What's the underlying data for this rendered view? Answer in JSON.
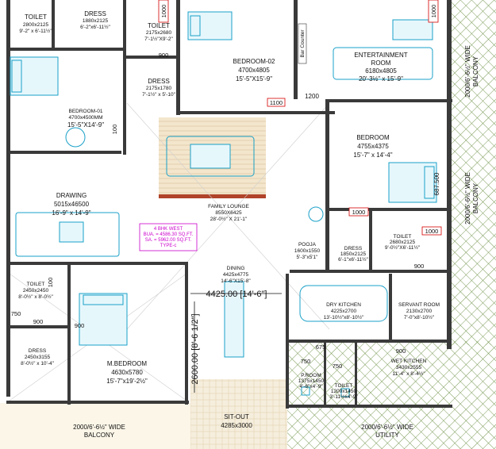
{
  "rooms": {
    "toilet_tl": {
      "name": "TOILET",
      "size": "2800x2125",
      "imperial": "9'-2\" x 6'-11½\""
    },
    "dress_tl": {
      "name": "DRESS",
      "size": "1880x2125",
      "imperial": "6'-2\"x6'-11½\""
    },
    "toilet_top": {
      "name": "TOILET",
      "size": "2175x2680",
      "imperial": "7'-1½\"X9'-2\""
    },
    "dress_top": {
      "name": "DRESS",
      "size": "2175x1780",
      "imperial": "7'-1½\" x 5'-10\""
    },
    "bedroom_02": {
      "name": "BEDROOM-02",
      "size": "4700x4805",
      "imperial": "15'-5\"X15'-9\""
    },
    "entertainment": {
      "name1": "ENTERTAINMENT",
      "name2": "ROOM",
      "size": "6180x4805",
      "imperial": "20'-3½\" x 15'-9\""
    },
    "bedroom_01": {
      "name": "BEDROOM-01",
      "size": "4700x4500MM",
      "imperial": "15'-5\"X14'-9\""
    },
    "bedroom": {
      "name": "BEDROOM",
      "size": "4755x4375",
      "imperial": "15'-7\" x 14'-4\""
    },
    "drawing": {
      "name": "DRAWING",
      "size": "5015x46500",
      "imperial": "16'-9\" x 14'-9\""
    },
    "family_lounge": {
      "name": "FAMILY LOUNGE",
      "size": "8550X6425",
      "imperial": "28'-0½\" X 21'-1\""
    },
    "pooja": {
      "name": "POOJA",
      "size": "1600x1550",
      "imperial": "5'-3\"x5'1\""
    },
    "dress_mid": {
      "name": "DRESS",
      "size": "1850x2125",
      "imperial": "6'-1\"x6'-11½\""
    },
    "toilet_right": {
      "name": "TOILET",
      "size": "2680x2125",
      "imperial": "9'-0½\"X6'-11½\""
    },
    "toilet_left": {
      "name": "TOILET",
      "size": "2450x2450",
      "imperial": "8'-0½\" x 8'-0½\""
    },
    "dining": {
      "name": "DINING",
      "size": "4425x4775",
      "imperial": "14'-6\"X15'-8\""
    },
    "dry_kitchen": {
      "name": "DRY KITCHEN",
      "size": "4225x2700",
      "imperial": "13'-10½\"x8'-10½\""
    },
    "servant_room": {
      "name": "SERVANT ROOM",
      "size": "2130x2700",
      "imperial": "7'-0\"x8'-10½\""
    },
    "dress_left": {
      "name": "DRESS",
      "size": "2450x3155",
      "imperial": "8'-0½\" x 10'-4\""
    },
    "m_bedroom": {
      "name": "M.BEDROOM",
      "size": "4630x5780",
      "imperial": "15'-7\"x19'-2½\""
    },
    "wet_kitchen": {
      "name": "WET KITCHEN",
      "size": "3430x2555",
      "imperial": "11'-4\" x 8'-4½\""
    },
    "p_room": {
      "name": "P.ROOM",
      "size": "1375x1450",
      "imperial": "4'-6\"x4'-9\""
    },
    "toilet_small": {
      "name": "TOILET",
      "size": "1200x1450",
      "imperial": "3'-11½x4'-9\""
    },
    "sit_out": {
      "name": "SIT-OUT",
      "size": "4285x3000"
    },
    "balcony_bottom_left": {
      "line1": "2000/6'-6½\" WIDE",
      "line2": "BALCONY"
    },
    "utility": {
      "line1": "2000/6'-6½\" WIDE",
      "line2": "UTILITY"
    },
    "balcony_right_top": {
      "line1": "2000/6'-6½\" WIDE",
      "line2": "BALCONY"
    },
    "balcony_right_bottom": {
      "line1": "2000/6'-6½\" WIDE",
      "line2": "BALCONY"
    }
  },
  "area_box": {
    "line1": "4 BHK WEST",
    "line2": "BUA. = 4586.30 SQ.FT.",
    "line3": "SA. = 5962.00 SQ.FT.",
    "line4": "TYPE-c"
  },
  "dimensions": {
    "dining_width": "4425.00 [14'-6\"]",
    "dining_height": "2600.00 [8'-6 1/2\"]",
    "right_dim": "687.500"
  },
  "door_labels": {
    "d1000_a": "1000",
    "d1000_b": "1000",
    "d1000_c": "1000",
    "d1000_d": "1000",
    "d1100": "1100",
    "d1200": "1200",
    "d900_a": "900",
    "d900_b": "900",
    "d900_c": "900",
    "d900_d": "900",
    "d900_e": "900",
    "d750_a": "750",
    "d750_b": "750",
    "d750_c": "750",
    "d675": "675",
    "d100_a": "100",
    "d100_b": "100",
    "bar_counter": "Bar Counter"
  },
  "colors": {
    "wall": "#3a3a3a",
    "furniture": "#1aa0c8",
    "door_label": "#d40000",
    "area_box": "#cc00cc",
    "floor_wood": "#e8d6b4"
  }
}
